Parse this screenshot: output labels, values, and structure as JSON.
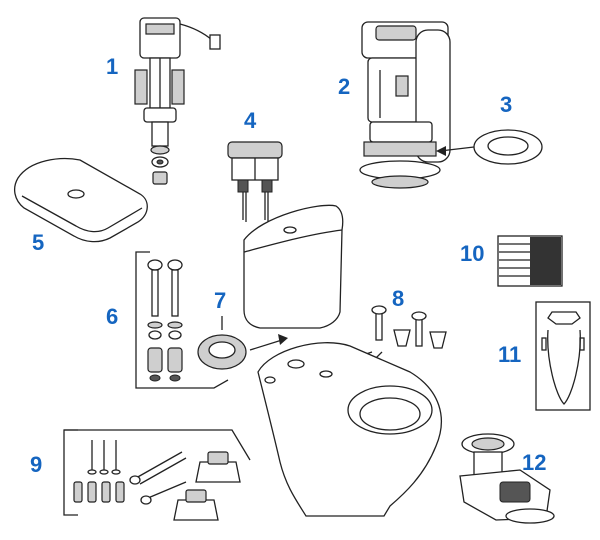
{
  "colors": {
    "label": "#1565c0",
    "line": "#222222"
  },
  "callouts": [
    {
      "number": "1",
      "target": "fill-valve"
    },
    {
      "number": "2",
      "target": "flush-valve"
    },
    {
      "number": "3",
      "target": "flush-valve-gasket"
    },
    {
      "number": "4",
      "target": "push-button-actuator"
    },
    {
      "number": "5",
      "target": "tank-lid"
    },
    {
      "number": "6",
      "target": "tank-bolt-kit"
    },
    {
      "number": "7",
      "target": "tank-to-bowl-gasket"
    },
    {
      "number": "8",
      "target": "bowl-bolts"
    },
    {
      "number": "9",
      "target": "floor-mounting-kit"
    },
    {
      "number": "10",
      "target": "tank-pad-strips"
    },
    {
      "number": "11",
      "target": "template-sheet"
    },
    {
      "number": "12",
      "target": "adapter-fitting"
    }
  ]
}
